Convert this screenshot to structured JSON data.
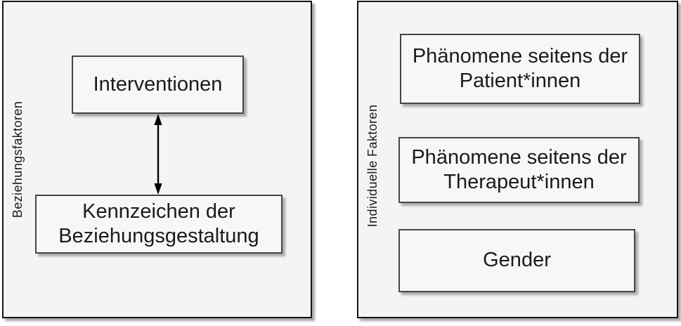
{
  "figure": {
    "left_panel": {
      "label": "Beziehungsfaktoren",
      "box_interventions": "Interventionen",
      "box_relationship": "Kennzeichen der Beziehungsgestaltung"
    },
    "right_panel": {
      "label": "Individuelle Faktoren",
      "box_patients": "Phänomene seitens der Patient*innen",
      "box_therapists": "Phänomene seitens der Therapeut*innen",
      "box_gender": "Gender"
    },
    "connector": {
      "type": "double-headed-arrow",
      "from": "Interventionen",
      "to": "Kennzeichen der Beziehungsgestaltung"
    },
    "colors": {
      "panel_fill": "#f4f4f4",
      "box_fill": "#f7f7f7",
      "panel_border": "#141414",
      "box_border": "#454545",
      "shadow": "#ababab",
      "arrow": "#000000"
    }
  }
}
